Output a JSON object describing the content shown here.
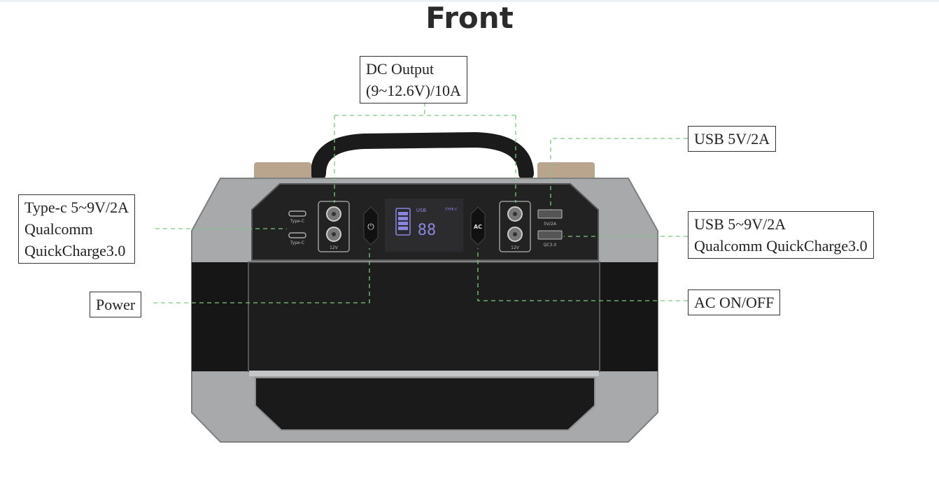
{
  "title": "Front",
  "callouts": {
    "dc_output": [
      "DC Output",
      "(9~12.6V)/10A"
    ],
    "usb_5v": [
      "USB 5V/2A"
    ],
    "type_c": [
      "Type-c 5~9V/2A",
      "Qualcomm",
      "QuickCharge3.0"
    ],
    "usb_qc": [
      "USB 5~9V/2A",
      "Qualcomm QuickCharge3.0"
    ],
    "power": [
      "Power"
    ],
    "ac": [
      "AC ON/OFF"
    ]
  },
  "device_labels": {
    "type_c": "Type-C",
    "dc_12v": "12V",
    "usb_5v2a": "5V/2A",
    "qc30": "QC3.0",
    "ac_button": "AC",
    "lcd_usb": "USB",
    "lcd_digits": "88",
    "lcd_typec": "TYPE-C"
  },
  "colors": {
    "leader": "#7cc97c",
    "frame": "#a7a9ab",
    "panel": "#1f1f1f",
    "lcd": "#8a86e0"
  }
}
